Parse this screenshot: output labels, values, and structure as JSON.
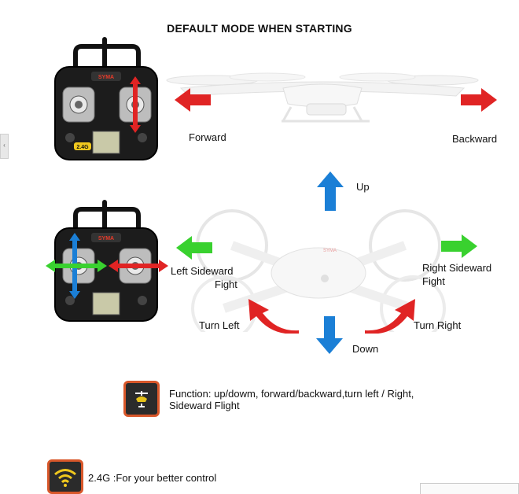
{
  "title": "DEFAULT MODE WHEN STARTING",
  "mode1": {
    "forward": "Forward",
    "backward": "Backward"
  },
  "mode2": {
    "up": "Up",
    "down": "Down",
    "left_sideward": "Left Sideward",
    "left_fight": "Fight",
    "right_sideward": "Right Sideward",
    "right_fight": "Fight",
    "turn_left": "Turn Left",
    "turn_right": "Turn Right"
  },
  "remote": {
    "brand": "SYMA",
    "badge": "2.4G"
  },
  "features": {
    "function_line1": "Function: up/dowm, forward/backward,turn left / Right,",
    "function_line2": "Sideward Flight",
    "signal": "2.4G :For your better control"
  },
  "colors": {
    "red_arrow": "#e02424",
    "blue_arrow": "#1b7fd6",
    "green_arrow": "#39d12f",
    "icon_border": "#d8572a"
  }
}
